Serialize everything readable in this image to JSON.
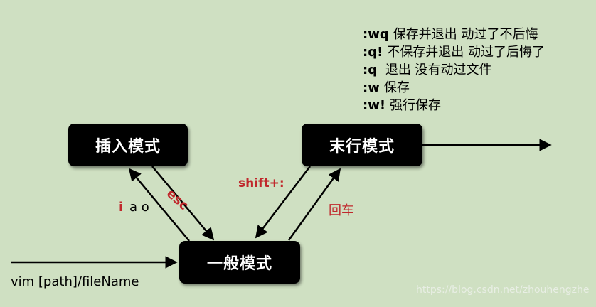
{
  "modes": {
    "insert": "插入模式",
    "last_line": "末行模式",
    "normal": "一般模式"
  },
  "commands": [
    {
      "key": ":wq",
      "desc": "保存并退出   动过了不后悔"
    },
    {
      "key": ":q!",
      "desc": "不保存并退出  动过了后悔了"
    },
    {
      "key": ":q",
      "desc": " 退出  没有动过文件"
    },
    {
      "key": ":w",
      "desc": "保存"
    },
    {
      "key": ":w!",
      "desc": "强行保存"
    }
  ],
  "edges": {
    "to_insert_i": "i",
    "to_insert_ao": "a o",
    "to_normal_esc": "esc",
    "to_last_line": "shift+:",
    "to_normal_enter": "回车"
  },
  "entry": "vim  [path]/fileName",
  "watermark": "https://blog.csdn.net/zhouhengzhe",
  "colors": {
    "background": "#cfe0c2",
    "box_fill": "#000000",
    "box_text": "#ffffff",
    "label_red": "#c0282c"
  }
}
